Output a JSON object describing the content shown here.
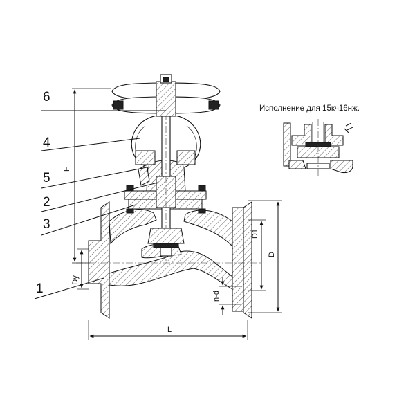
{
  "callouts": [
    {
      "id": "6",
      "label": "6"
    },
    {
      "id": "4",
      "label": "4"
    },
    {
      "id": "5",
      "label": "5"
    },
    {
      "id": "2",
      "label": "2"
    },
    {
      "id": "3",
      "label": "3"
    },
    {
      "id": "1",
      "label": "1"
    }
  ],
  "dimensions": {
    "height": "H",
    "nominal_diameter": "Dy",
    "length": "L",
    "bolt_circle": "D1",
    "flange_diameter": "D",
    "bolt_holes": "n-d"
  },
  "inset_note": "Исполнение для 15кч16нж."
}
